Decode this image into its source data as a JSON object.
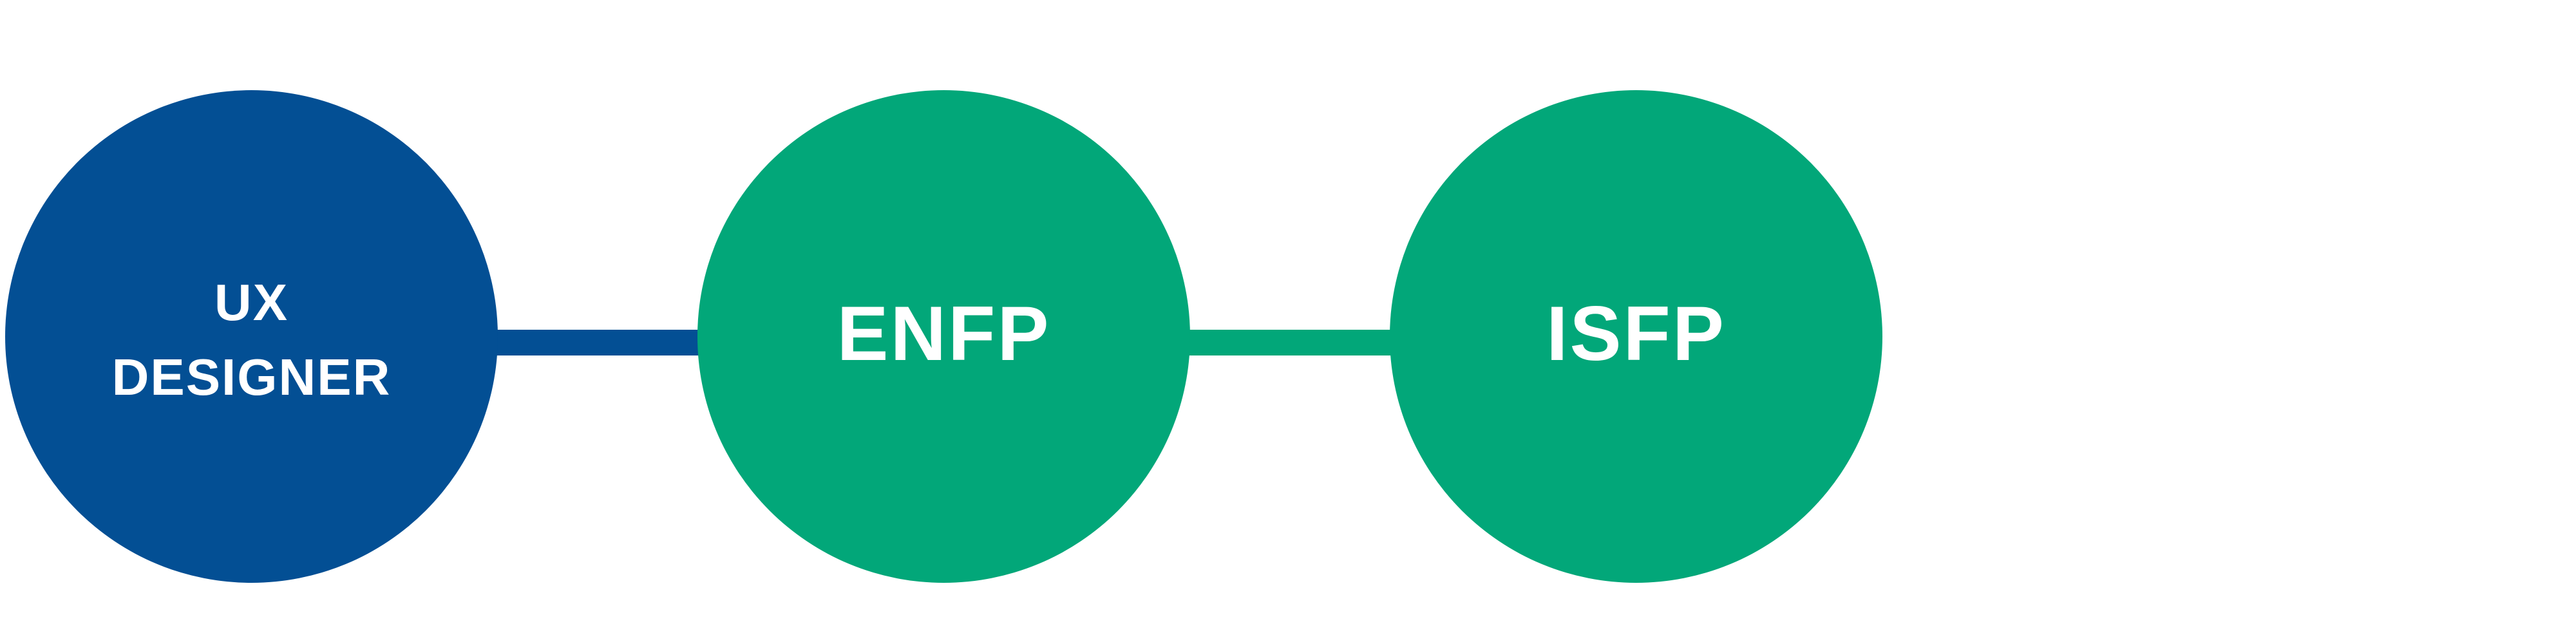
{
  "colors": {
    "primary": "#034f94",
    "accent": "#02a779",
    "text": "#ffffff"
  },
  "nodes": [
    {
      "line1": "UX",
      "line2": "DESIGNER"
    },
    {
      "label": "ENFP"
    },
    {
      "label": "ISFP"
    }
  ]
}
